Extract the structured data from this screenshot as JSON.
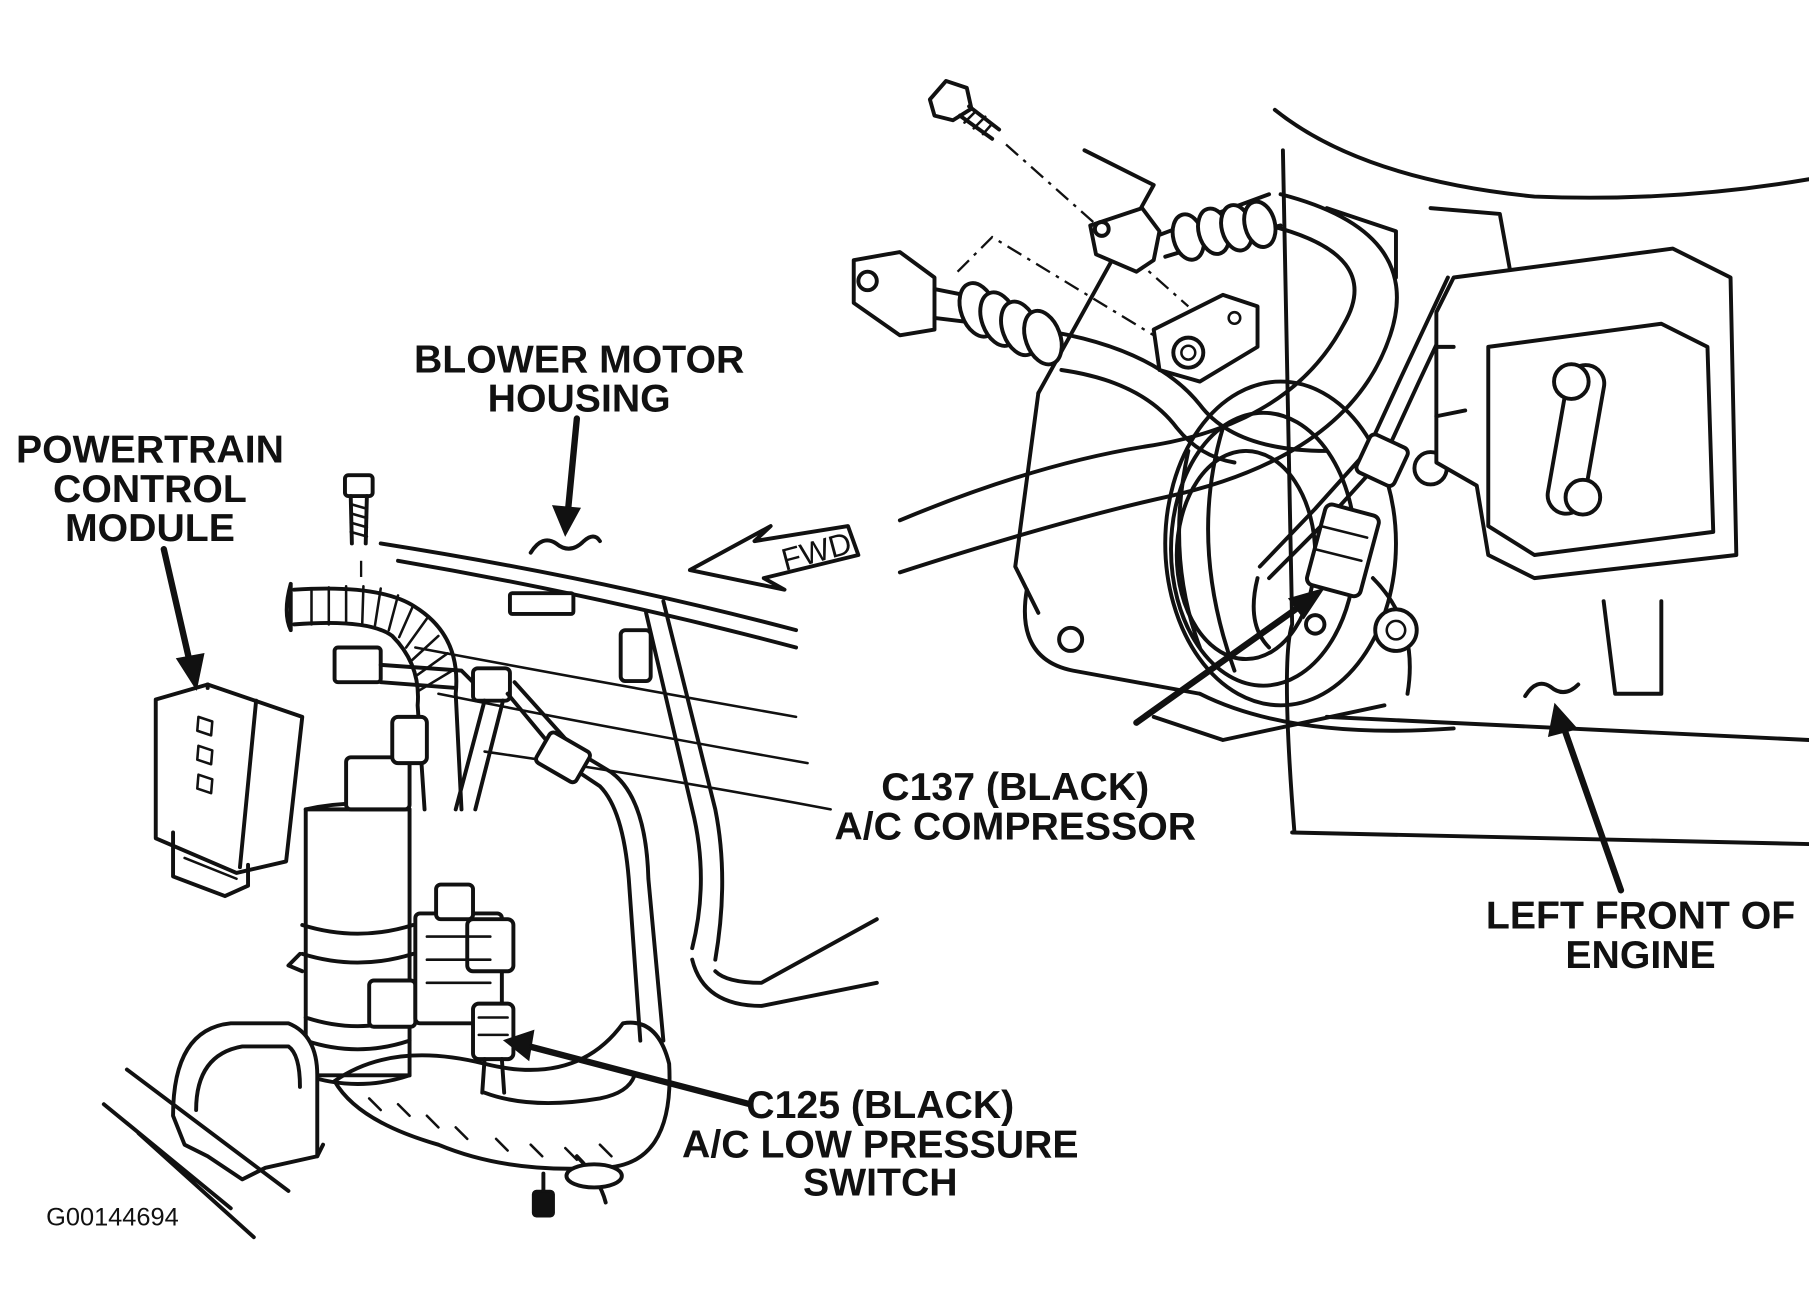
{
  "labels": {
    "blower_motor_housing": [
      "BLOWER MOTOR",
      "HOUSING"
    ],
    "powertrain_control_module": [
      "POWERTRAIN",
      "CONTROL",
      "MODULE"
    ],
    "c137": [
      "C137 (BLACK)",
      "A/C COMPRESSOR"
    ],
    "left_front_engine": [
      "LEFT FRONT OF",
      "ENGINE"
    ],
    "c125": [
      "C125 (BLACK)",
      "A/C LOW PRESSURE",
      "SWITCH"
    ]
  },
  "fwd_label": "FWD",
  "figure_id": "G00144694",
  "colors": {
    "ink": "#111111",
    "paper": "#ffffff"
  }
}
